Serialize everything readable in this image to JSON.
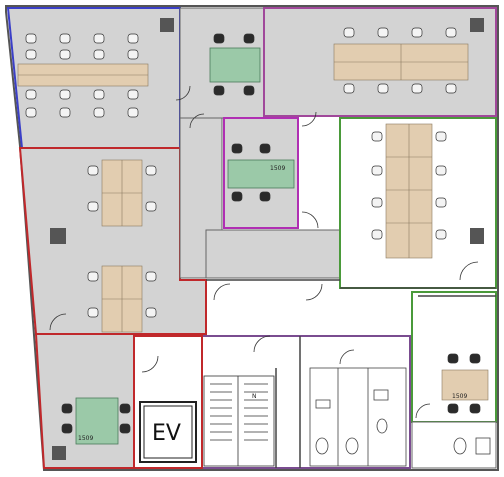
{
  "labels": {
    "elevator": "EV",
    "room_code_meeting_center": "1509",
    "room_code_bottom_left": "1509",
    "room_code_bottom_right": "1509",
    "stair_direction": "N"
  },
  "zone_colors": {
    "top_left": "#3b3fc7",
    "top_right": "#a0489a",
    "meeting_center": "#b02fb3",
    "middle_left": "#c0282b",
    "right_green": "#4a9a3a",
    "core_red": "#c0282b",
    "core_purple": "#7a4c90",
    "floor_gray": "#d3d3d3",
    "desk_tan": "#e2cdb0",
    "table_green": "#9bc9a8"
  }
}
